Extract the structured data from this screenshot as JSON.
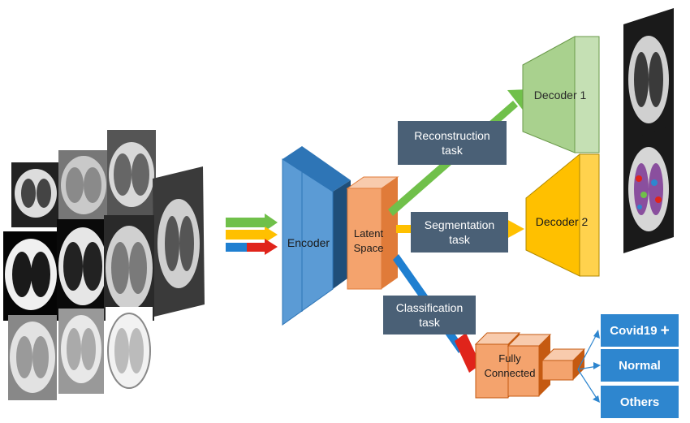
{
  "encoder": {
    "label": "Encoder"
  },
  "latent_space": {
    "line1": "Latent",
    "line2": "Space"
  },
  "decoder1": {
    "label": "Decoder 1"
  },
  "decoder2": {
    "label": "Decoder 2"
  },
  "tasks": {
    "reconstruction": {
      "line1": "Reconstruction",
      "line2": "task"
    },
    "segmentation": {
      "line1": "Segmentation",
      "line2": "task"
    },
    "classification": {
      "line1": "Classification",
      "line2": "task"
    }
  },
  "fully_connected": {
    "line1": "Fully",
    "line2": "Connected"
  },
  "outputs": {
    "covid": {
      "label": "Covid19",
      "sign": "+"
    },
    "normal": {
      "label": "Normal"
    },
    "others": {
      "label": "Others"
    }
  },
  "colors": {
    "encoder": "#5b9bd5",
    "latent": "#f4a36d",
    "decoder1": "#a9d18e",
    "decoder2": "#ffc000",
    "task_box": "#4a6076",
    "output_box": "#2e86cf",
    "arrow_green": "#70c04a",
    "arrow_yellow": "#ffc000",
    "arrow_blue": "#1f7fd0",
    "arrow_red": "#e0241b"
  }
}
